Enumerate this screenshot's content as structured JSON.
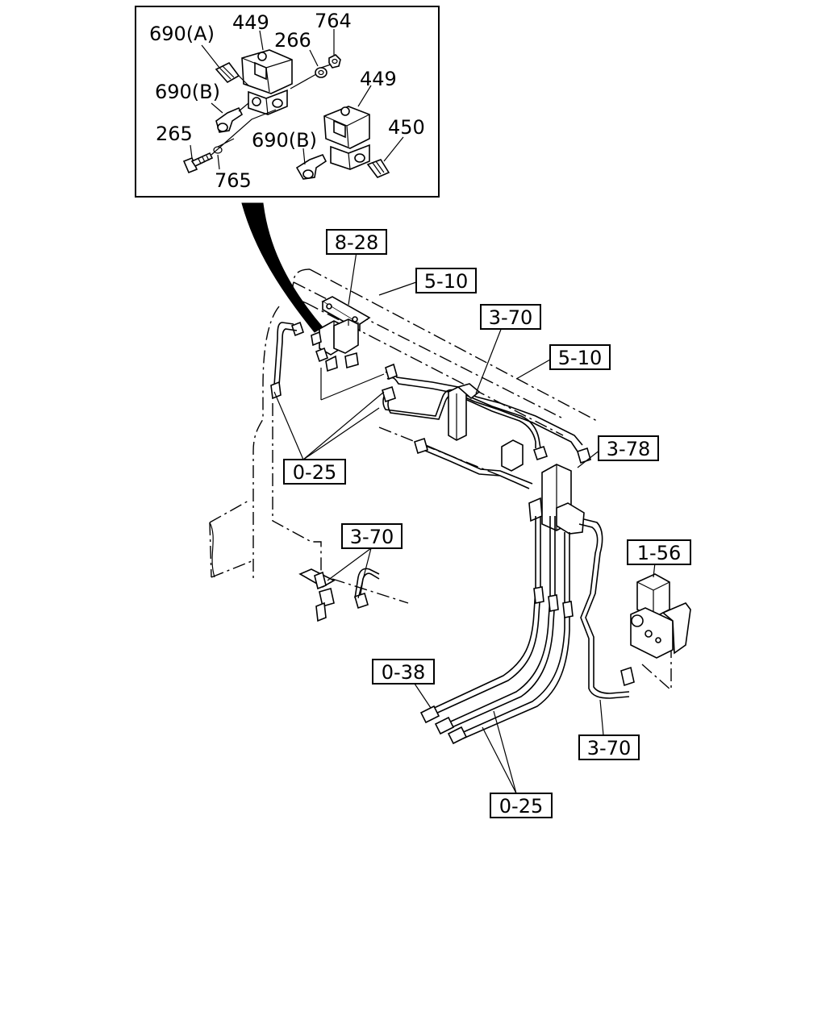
{
  "inset": {
    "labels": {
      "a690a": "690(A)",
      "a449_top": "449",
      "a764": "764",
      "a266": "266",
      "a690b_top": "690(B)",
      "a449_right": "449",
      "a265": "265",
      "a690b_bottom": "690(B)",
      "a450": "450",
      "a765": "765"
    }
  },
  "refs": {
    "r828": "8-28",
    "r510_top": "5-10",
    "r370_top": "3-70",
    "r510_right": "5-10",
    "r378": "3-78",
    "r025_mid": "0-25",
    "r370_mid": "3-70",
    "r156": "1-56",
    "r038": "0-38",
    "r370_bottom": "3-70",
    "r025_bottom": "0-25"
  }
}
